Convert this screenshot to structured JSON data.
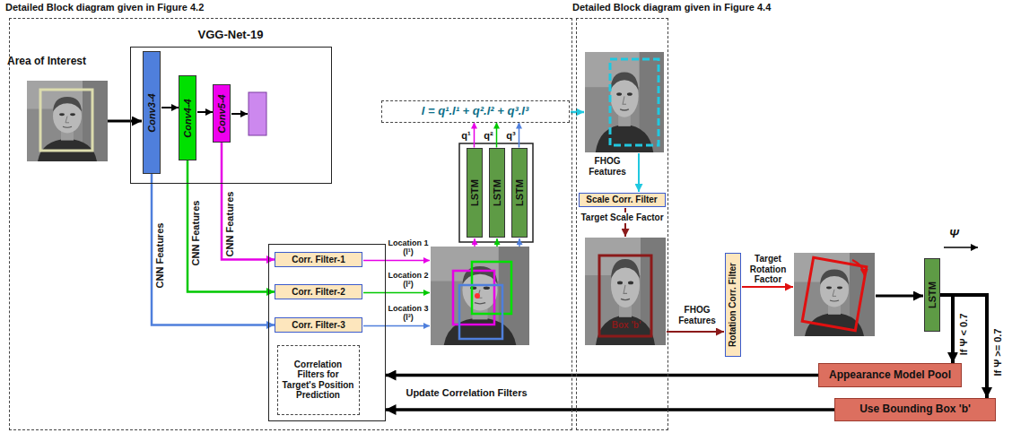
{
  "diagram": {
    "nodes": [
      {
        "text": [
          "Detailed Block diagram given in Figure 4.2"
        ]
      },
      {
        "text": [
          "Detailed Block diagram given in Figure 4.4"
        ]
      },
      {
        "text": [
          "VGG-Net-19"
        ],
        "in": 0
      },
      {
        "text": [
          "Conv3-4"
        ],
        "in": 2
      },
      {
        "text": [
          "Conv4-4"
        ],
        "in": 2
      },
      {
        "text": [
          "Conv5-4"
        ],
        "in": 2
      },
      {
        "text": [
          "Correlation Filters for Target's Position Prediction"
        ],
        "in": 0
      },
      {
        "text": [
          "Corr. Filter-1"
        ],
        "in": 6
      },
      {
        "text": [
          "Corr. Filter-2"
        ],
        "in": 6
      },
      {
        "text": [
          "Corr. Filter-3"
        ],
        "in": 6
      },
      {
        "text": [
          "LSTM"
        ],
        "in": 0
      },
      {
        "text": [
          "LSTM"
        ],
        "in": 0
      },
      {
        "text": [
          "LSTM"
        ],
        "in": 0
      },
      {
        "text": [
          "l = q¹.l¹ + q².l² + q³.l³"
        ],
        "in": 0
      },
      {
        "text": [
          "Scale Corr. Filter"
        ],
        "in": 1
      },
      {
        "text": [
          "Rotation Corr. Filter"
        ]
      },
      {
        "text": [
          "LSTM"
        ]
      },
      {
        "text": [
          "Appearance Model Pool"
        ]
      },
      {
        "text": [
          "Use Bounding Box 'b'"
        ]
      }
    ],
    "edges": [
      {
        "from": 5,
        "to": 7,
        "arrow": "to",
        "label": "CNN Features"
      },
      {
        "from": 4,
        "to": 8,
        "arrow": "to",
        "label": "CNN Features"
      },
      {
        "from": 3,
        "to": 9,
        "arrow": "to",
        "label": "CNN Features"
      },
      {
        "from": 10,
        "to": 13,
        "arrow": "to",
        "label": "q¹"
      },
      {
        "from": 11,
        "to": 13,
        "arrow": "to",
        "label": "q²"
      },
      {
        "from": 12,
        "to": 13,
        "arrow": "to",
        "label": "q³"
      },
      {
        "from": 16,
        "to": 17,
        "arrow": "to",
        "label": "If Ψ < 0.7"
      },
      {
        "from": 16,
        "to": 18,
        "arrow": "to",
        "label": "If Ψ >= 0.7"
      },
      {
        "from": 17,
        "to": 6,
        "arrow": "to"
      },
      {
        "from": 18,
        "to": 6,
        "arrow": "to",
        "label": "Update Correlation Filters"
      }
    ],
    "labels": [
      "Area of Interest",
      "Location 1 (l¹)",
      "Location 2 (l²)",
      "Location 3 (l³)",
      "FHOG Features",
      "Target Scale Factor",
      "Box 'b'",
      "FHOG Features",
      "Target Rotation Factor",
      "Ψ"
    ]
  }
}
